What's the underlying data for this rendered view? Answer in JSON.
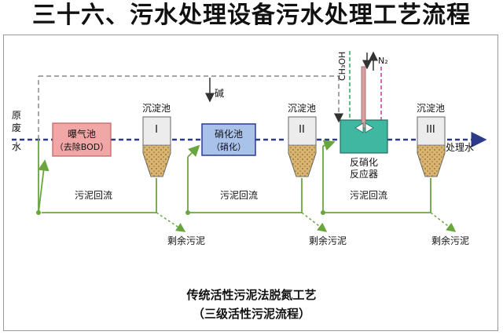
{
  "title": "三十六、污水处理设备污水处理工艺流程",
  "labels": {
    "raw_water": [
      "原",
      "废",
      "水"
    ],
    "aeration_tank": [
      "曝气池",
      "（去除BOD）"
    ],
    "settling_tank": "沉淀池",
    "settler_numerals": [
      "I",
      "II",
      "III"
    ],
    "nitrification_tank": [
      "硝化池",
      "（硝化）"
    ],
    "alkali": "碱",
    "methanol": "CH₃OH",
    "nitrogen": "N₂",
    "denitrification_reactor": [
      "反硝化",
      "反应器"
    ],
    "treated_water": "处理水",
    "sludge_return": "污泥回流",
    "excess_sludge": "剩余污泥"
  },
  "caption": [
    "传统活性污泥法脱氮工艺",
    "（三级活性污泥流程）"
  ],
  "colors": {
    "flow_line": "#2b3a8a",
    "return_line": "#6aa63e",
    "dosing_line": "#8a8a8a",
    "aeration_fill": "#f2a7a7",
    "nitrification_fill": "#a8c2ea",
    "reactor_fill": "#3fb8a2",
    "settler_fill": "#ececec",
    "sludge_fill": "#d9b573"
  }
}
